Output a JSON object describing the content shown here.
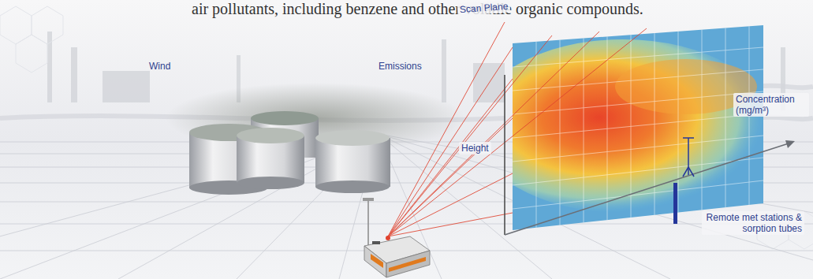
{
  "diagram": {
    "labels": [
      "air pollutants, including benzene and other volatile organic compounds.",
      "Wind",
      "Emissions",
      "Scan Plane",
      "Height",
      "Concentration (mg/m³)",
      "Remote met stations & sorption tubes"
    ]
  }
}
